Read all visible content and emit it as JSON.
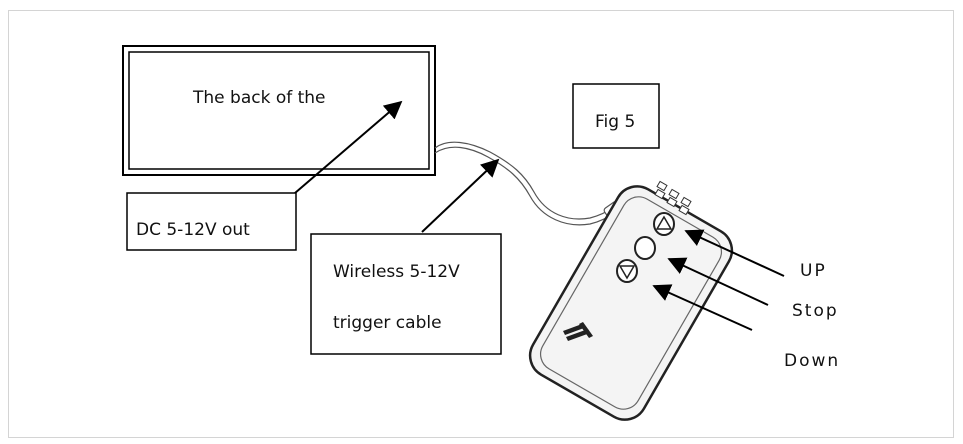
{
  "diagram": {
    "screen_label": "The back of the",
    "figure_label": "Fig 5",
    "dc_output_label": "DC 5-12V out",
    "trigger_cable_label_line1": "Wireless 5-12V",
    "trigger_cable_label_line2": "trigger cable",
    "buttons": {
      "up": "UP",
      "stop": "Stop",
      "down": "Down"
    }
  }
}
